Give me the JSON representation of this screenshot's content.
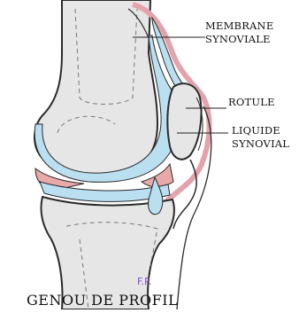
{
  "labels": {
    "membrane_line1": "MEMBRANE",
    "membrane_line2": "SYNOVIALE",
    "rotule": "ROTULE",
    "liquide_line1": "LIQUIDE",
    "liquide_line2": "SYNOVIAL"
  },
  "signature": "F.P.",
  "title": "GENOU DE PROFIL",
  "colors": {
    "bone": "#e6e6e6",
    "bone_outline": "#2a2a2a",
    "synovial_fluid": "#b9dff0",
    "synovial_membrane": "#e4a3ab",
    "cartilage_pink": "#e9a9a9",
    "leader_line": "#222222"
  }
}
